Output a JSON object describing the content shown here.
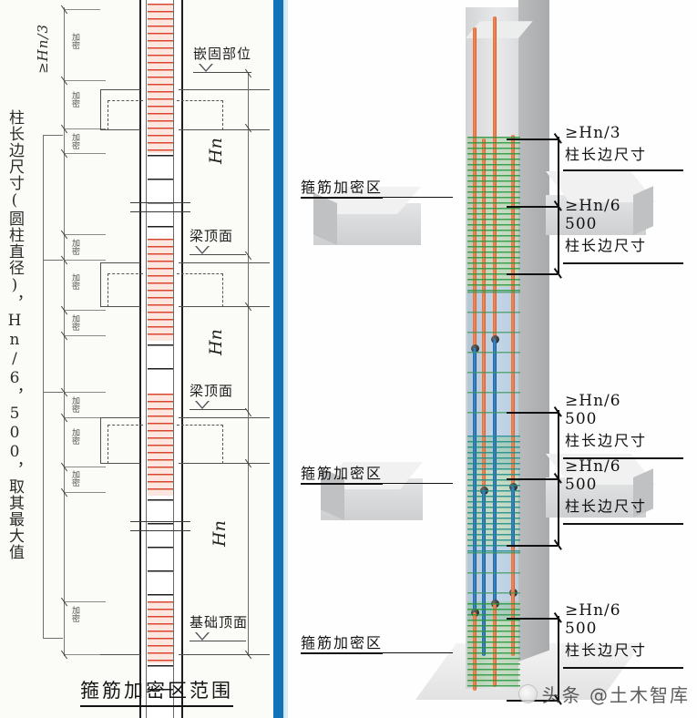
{
  "figure": {
    "left_panel": {
      "title": "箍筋加密区范围",
      "vertical_caption": "柱长边尺寸(圆柱直径)，Hn/6，500，取其最大值",
      "top_dimension": "≥Hn/3",
      "zone_label": "加密",
      "zone_labels": [
        "加密",
        "加密",
        "加密",
        "加密",
        "加密",
        "加密",
        "加密"
      ],
      "annotations": [
        {
          "text": "嵌固部位",
          "kind": "level-marker"
        },
        {
          "text": "梁顶面",
          "kind": "level-marker"
        },
        {
          "text": "梁顶面",
          "kind": "level-marker"
        },
        {
          "text": "基础顶面",
          "kind": "level-marker"
        }
      ],
      "story_heights": [
        "Hn",
        "Hn",
        "Hn"
      ]
    },
    "right_panel": {
      "left_labels": [
        "箍筋加密区",
        "箍筋加密区",
        "箍筋加密区"
      ],
      "callouts": [
        {
          "line1": "≥Hn/3",
          "line2": "",
          "line3": "柱长边尺寸"
        },
        {
          "line1": "≥Hn/6",
          "line2": "500",
          "line3": "柱长边尺寸"
        },
        {
          "line1": "≥Hn/6",
          "line2": "500",
          "line3": "柱长边尺寸"
        },
        {
          "line1": "≥Hn/6",
          "line2": "500",
          "line3": "柱长边尺寸"
        },
        {
          "line1": "≥Hn/6",
          "line2": "500",
          "line3": "柱长边尺寸"
        }
      ]
    },
    "watermark": "头条 @土木智库",
    "colors": {
      "divider_blue": "#1273b8",
      "rebar_orange": "#e8693a",
      "rebar_blue": "#1c63a8",
      "stirrup_green": "#28963c",
      "hatch_red": "#d9452f",
      "concrete_gray": "#d2d4d6"
    }
  }
}
